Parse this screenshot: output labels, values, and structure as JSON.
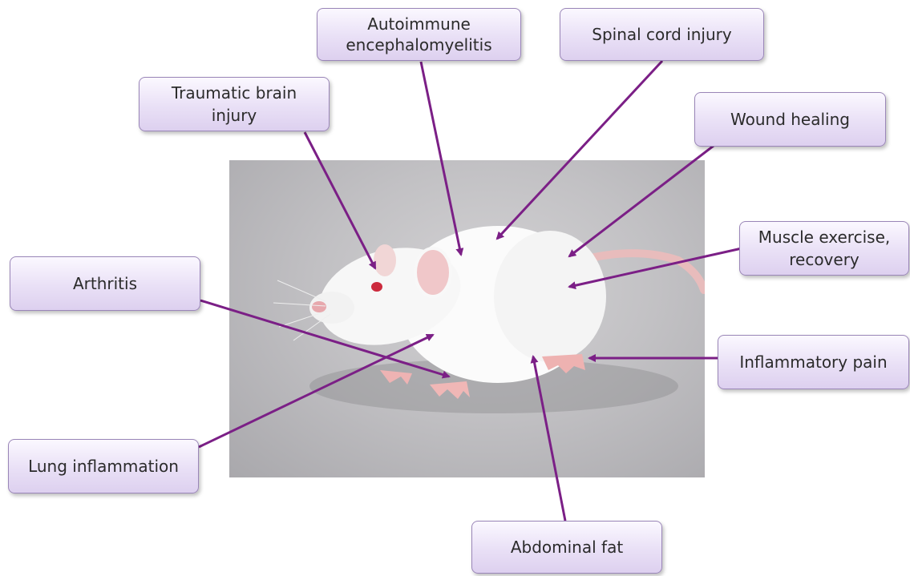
{
  "labels": {
    "autoimmune": "Autoimmune encephalomyelitis",
    "spinal": "Spinal cord injury",
    "tbi": "Traumatic brain injury",
    "wound": "Wound healing",
    "muscle": "Muscle exercise, recovery",
    "arthritis": "Arthritis",
    "inflammatory_pain": "Inflammatory pain",
    "lung": "Lung inflammation",
    "fat": "Abdominal fat"
  },
  "colors": {
    "arrow": "#7b1f86",
    "box_border": "#9a86b8",
    "box_fill": "#e9e0f6"
  },
  "icons": {
    "photo": "white-rat-photo"
  }
}
